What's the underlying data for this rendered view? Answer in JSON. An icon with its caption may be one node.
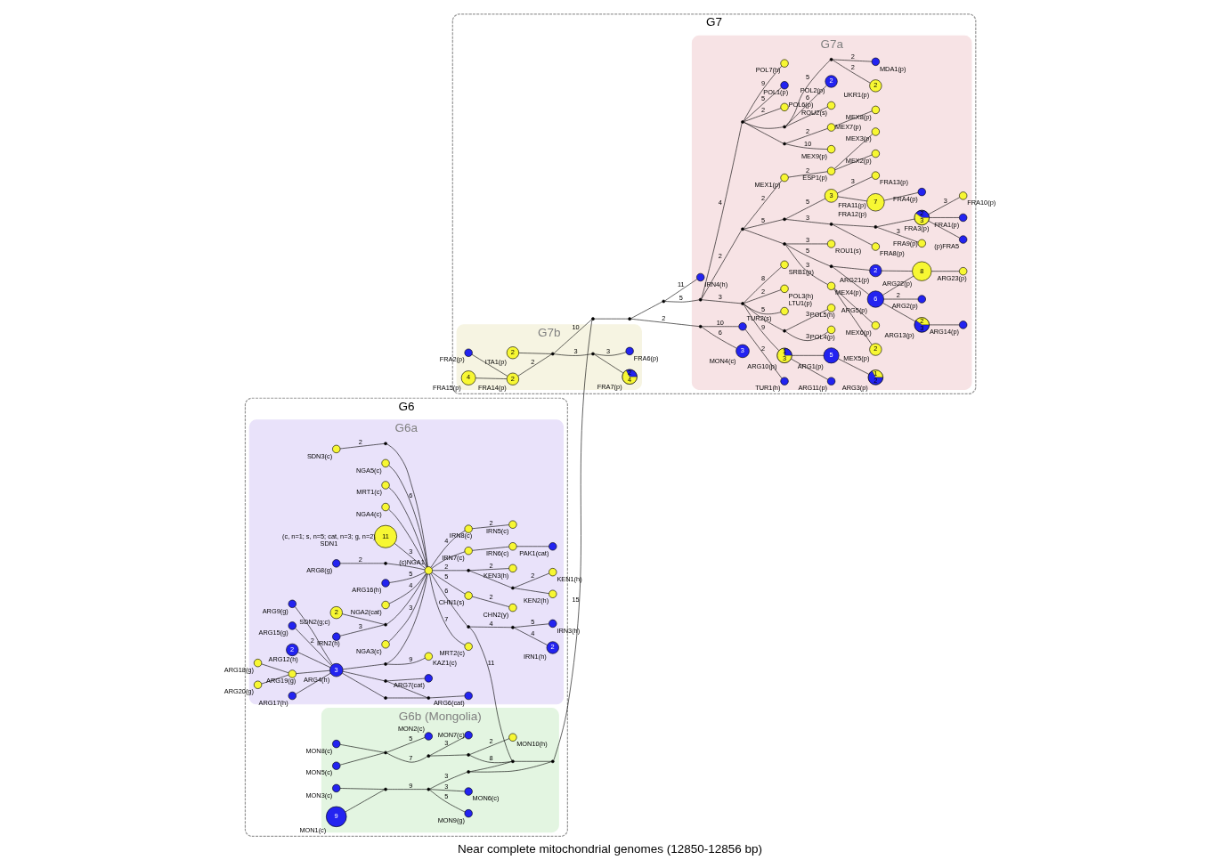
{
  "diagram": {
    "caption": "Near complete mitochondrial genomes (12850-12856 bp)",
    "nodes": [
      {
        "text": [
          "G6"
        ]
      },
      {
        "text": [
          "G6a"
        ],
        "in": 0
      },
      {
        "text": [
          "G6b (Mongolia)"
        ],
        "in": 0
      },
      {
        "text": [
          "G7"
        ]
      },
      {
        "text": [
          "G7b"
        ],
        "in": 3
      },
      {
        "text": [
          "G7a"
        ],
        "in": 3
      },
      {
        "text": [],
        "shape": "circle",
        "beside": [
          "(c)NGA1"
        ],
        "in": 1
      },
      {
        "text": [
          "11"
        ],
        "beside": [
          "(c, n=1; s, n=5; cat, n=3; g, n=2)",
          "SDN1"
        ],
        "in": 1
      },
      {
        "text": [],
        "shape": "circle",
        "beside": [
          "ARG16(h)"
        ],
        "in": 1
      },
      {
        "text": [],
        "shape": "circle",
        "beside": [
          "NGA2(cat)"
        ],
        "in": 1
      },
      {
        "text": [],
        "shape": "circle",
        "beside": [
          "ARG8(g)"
        ],
        "in": 1
      },
      {
        "text": [],
        "shape": "circle",
        "beside": [
          "NGA3(c)"
        ],
        "in": 1
      },
      {
        "text": [],
        "shape": "circle",
        "beside": [
          "IRN2(h)"
        ],
        "in": 1
      },
      {
        "text": [
          "2"
        ],
        "beside": [
          "SDN2(g;c)"
        ],
        "in": 1
      },
      {
        "text": [],
        "shape": "circle",
        "beside": [
          "SDN3(c)"
        ],
        "in": 1
      },
      {
        "text": [],
        "shape": "circle",
        "beside": [
          "NGA5(c)"
        ],
        "in": 1
      },
      {
        "text": [],
        "shape": "circle",
        "beside": [
          "IRN7(c)"
        ],
        "in": 1
      },
      {
        "text": [],
        "shape": "circle",
        "beside": [
          "IRN6(c)"
        ],
        "in": 1
      },
      {
        "text": [],
        "shape": "circle",
        "beside": [
          "PAK1(cat)"
        ],
        "in": 1
      },
      {
        "text": [],
        "shape": "circle",
        "beside": [
          "KEN3(h)"
        ],
        "in": 1
      },
      {
        "text": [],
        "shape": "circle",
        "beside": [
          "KEN2(h)"
        ],
        "in": 1
      },
      {
        "text": [],
        "shape": "circle",
        "beside": [
          "KEN1(h)"
        ],
        "in": 1
      },
      {
        "text": [],
        "shape": "circle",
        "beside": [
          "MRT1(c)"
        ],
        "in": 1
      },
      {
        "text": [],
        "shape": "circle",
        "beside": [
          "ARG9(g)"
        ],
        "in": 1
      },
      {
        "text": [],
        "shape": "circle",
        "beside": [
          "ARG15(g)"
        ],
        "in": 1
      },
      {
        "text": [
          "3"
        ],
        "beside": [
          "ARG4(h)"
        ],
        "in": 1
      },
      {
        "text": [],
        "shape": "circle",
        "beside": [
          "NGA4(c)"
        ],
        "in": 1
      },
      {
        "text": [
          "2"
        ],
        "beside": [
          "ARG12(h)"
        ],
        "in": 1
      },
      {
        "text": [],
        "shape": "circle",
        "beside": [
          "ARG19(g)"
        ],
        "in": 1
      },
      {
        "text": [],
        "shape": "circle",
        "beside": [
          "ARG18(g)"
        ],
        "in": 1
      },
      {
        "text": [],
        "shape": "circle",
        "beside": [
          "ARG20(g)"
        ],
        "in": 1
      },
      {
        "text": [],
        "shape": "circle",
        "beside": [
          "ARG17(h)"
        ],
        "in": 1
      },
      {
        "text": [],
        "shape": "circle",
        "beside": [
          "ARG7(cat)"
        ],
        "in": 1
      },
      {
        "text": [],
        "shape": "circle",
        "beside": [
          "ARG6(cat)"
        ],
        "in": 1
      },
      {
        "text": [],
        "shape": "circle",
        "beside": [
          "IRN8(c)"
        ],
        "in": 1
      },
      {
        "text": [],
        "shape": "circle",
        "beside": [
          "IRN5(c)"
        ],
        "in": 1
      },
      {
        "text": [],
        "shape": "circle",
        "beside": [
          "MRT2(c)"
        ],
        "in": 1
      },
      {
        "text": [],
        "shape": "circle",
        "beside": [
          "CHN1(s)"
        ],
        "in": 1
      },
      {
        "text": [],
        "shape": "circle",
        "beside": [
          "CHN2(y)"
        ],
        "in": 1
      },
      {
        "text": [],
        "shape": "circle",
        "beside": [
          "KAZ1(c)"
        ],
        "in": 1
      },
      {
        "text": [
          "2"
        ],
        "beside": [
          "IRN1(h)"
        ],
        "in": 1
      },
      {
        "text": [],
        "shape": "circle",
        "beside": [
          "IRN3(h)"
        ],
        "in": 1
      },
      {
        "text": [],
        "shape": "dot",
        "in": 1
      },
      {
        "text": [],
        "shape": "dot",
        "in": 1
      },
      {
        "text": [],
        "shape": "dot",
        "in": 1
      },
      {
        "text": [],
        "shape": "dot",
        "in": 1
      },
      {
        "text": [],
        "shape": "dot",
        "in": 1
      },
      {
        "text": [],
        "shape": "dot",
        "in": 1
      },
      {
        "text": [],
        "shape": "dot",
        "in": 1
      },
      {
        "text": [],
        "shape": "dot",
        "in": 1
      },
      {
        "text": [],
        "shape": "dot",
        "in": 1
      },
      {
        "text": [],
        "shape": "dot",
        "in": 1
      },
      {
        "text": [],
        "shape": "dot",
        "in": 1
      },
      {
        "text": [],
        "shape": "circle",
        "beside": [
          "MON2(c)"
        ],
        "in": 2
      },
      {
        "text": [],
        "shape": "circle",
        "beside": [
          "MON5(c)"
        ],
        "in": 2
      },
      {
        "text": [],
        "shape": "circle",
        "beside": [
          "MON8(c)"
        ],
        "in": 2
      },
      {
        "text": [
          "9"
        ],
        "beside": [
          "MON1(c)"
        ],
        "in": 2
      },
      {
        "text": [],
        "shape": "circle",
        "beside": [
          "MON3(c)"
        ],
        "in": 2
      },
      {
        "text": [],
        "shape": "circle",
        "beside": [
          "MON7(c)"
        ],
        "in": 2
      },
      {
        "text": [],
        "shape": "circle",
        "beside": [
          "MON10(h)"
        ],
        "in": 2
      },
      {
        "text": [],
        "shape": "circle",
        "beside": [
          "MON9(g)"
        ],
        "in": 2
      },
      {
        "text": [],
        "shape": "circle",
        "beside": [
          "MON6(c)"
        ],
        "in": 2
      },
      {
        "text": [],
        "shape": "dot",
        "in": 2
      },
      {
        "text": [],
        "shape": "dot",
        "in": 2
      },
      {
        "text": [],
        "shape": "dot",
        "in": 2
      },
      {
        "text": [],
        "shape": "dot",
        "in": 2
      },
      {
        "text": [],
        "shape": "dot",
        "in": 2
      },
      {
        "text": [],
        "shape": "dot",
        "in": 2
      },
      {
        "text": [],
        "shape": "dot",
        "in": 2
      },
      {
        "text": [],
        "shape": "dot",
        "in": 2
      },
      {
        "text": [
          "4"
        ],
        "beside": [
          "FRA15(p)"
        ],
        "in": 4
      },
      {
        "text": [],
        "shape": "circle",
        "beside": [
          "FRA6(p)"
        ],
        "in": 4
      },
      {
        "text": [],
        "shape": "circle",
        "beside": [
          "FRA2(p)"
        ],
        "in": 4
      },
      {
        "text": [
          "2"
        ],
        "beside": [
          "FRA14(p)"
        ],
        "in": 4
      },
      {
        "text": [
          "2"
        ],
        "beside": [
          "ITA1(p)"
        ],
        "in": 4
      },
      {
        "text": [
          "2",
          "4"
        ],
        "beside": [
          "FRA7(p)"
        ],
        "in": 4
      },
      {
        "text": [],
        "shape": "dot",
        "in": 4
      },
      {
        "text": [],
        "shape": "dot",
        "in": 4
      },
      {
        "text": [],
        "shape": "dot",
        "in": 3
      },
      {
        "text": [],
        "shape": "dot",
        "in": 3
      },
      {
        "text": [],
        "shape": "dot",
        "in": 3
      },
      {
        "text": [],
        "shape": "circle",
        "beside": [
          "TUR1(h)"
        ],
        "in": 5
      },
      {
        "text": [],
        "shape": "circle",
        "beside": [
          "TUR2(s)"
        ],
        "in": 5
      },
      {
        "text": [
          "3"
        ],
        "beside": [
          "MON4(c)"
        ],
        "in": 5
      },
      {
        "text": [],
        "shape": "circle",
        "beside": [
          "IRN4(h)"
        ],
        "in": 5
      },
      {
        "text": [],
        "shape": "circle",
        "beside": [
          "LTU1(p)"
        ],
        "in": 5
      },
      {
        "text": [],
        "shape": "circle",
        "beside": [
          "POL3(h)"
        ],
        "in": 5
      },
      {
        "text": [],
        "shape": "circle",
        "beside": [
          "SRB1(p)"
        ],
        "in": 5
      },
      {
        "text": [],
        "shape": "circle",
        "beside": [
          "ARG11(p)"
        ],
        "in": 5
      },
      {
        "text": [
          "1",
          "3"
        ],
        "beside": [
          "ARG10(p)"
        ],
        "in": 5
      },
      {
        "text": [],
        "shape": "circle",
        "beside": [
          "POL4(p)"
        ],
        "in": 5
      },
      {
        "text": [
          "5"
        ],
        "beside": [
          "ARG1(p)"
        ],
        "in": 5
      },
      {
        "text": [],
        "shape": "circle",
        "beside": [
          "POL5(h)"
        ],
        "in": 5
      },
      {
        "text": [
          "1",
          "2"
        ],
        "beside": [
          "ARG3(p)"
        ],
        "in": 5
      },
      {
        "text": [],
        "shape": "circle",
        "beside": [
          "MEX1(p)"
        ],
        "in": 5
      },
      {
        "text": [],
        "shape": "circle",
        "beside": [
          "ESP1(p)"
        ],
        "in": 5
      },
      {
        "text": [],
        "shape": "circle",
        "beside": [
          "MEX2(p)"
        ],
        "in": 5
      },
      {
        "text": [],
        "shape": "circle",
        "beside": [
          "MEX3(p)"
        ],
        "in": 5
      },
      {
        "text": [],
        "shape": "circle",
        "beside": [
          "MEX8(p)"
        ],
        "in": 5
      },
      {
        "text": [],
        "shape": "circle",
        "beside": [
          "MEX9(p)"
        ],
        "in": 5
      },
      {
        "text": [],
        "shape": "circle",
        "beside": [
          "MEX7(p)"
        ],
        "in": 5
      },
      {
        "text": [],
        "shape": "circle",
        "beside": [
          "ROU1(s)"
        ],
        "in": 5
      },
      {
        "text": [],
        "shape": "circle",
        "beside": [
          "ROU2(s)"
        ],
        "in": 5
      },
      {
        "text": [],
        "shape": "circle",
        "beside": [
          "MEX4(p)"
        ],
        "in": 5
      },
      {
        "text": [
          "2"
        ],
        "beside": [
          "MEX5(p)"
        ],
        "in": 5
      },
      {
        "text": [
          "2"
        ],
        "beside": [
          "POL2(p)"
        ],
        "in": 5
      },
      {
        "text": [],
        "shape": "circle",
        "beside": [
          "POL6(p)"
        ],
        "in": 5
      },
      {
        "text": [],
        "shape": "circle",
        "beside": [
          "MEX6(p)"
        ],
        "in": 5
      },
      {
        "text": [
          "6"
        ],
        "beside": [
          "ARG5(p)"
        ],
        "in": 5
      },
      {
        "text": [
          "2",
          "3"
        ],
        "beside": [
          "ARG13(p)"
        ],
        "in": 5
      },
      {
        "text": [],
        "shape": "circle",
        "beside": [
          "ARG14(p)"
        ],
        "in": 5
      },
      {
        "text": [
          "2"
        ],
        "beside": [
          "ARG21(p)"
        ],
        "in": 5
      },
      {
        "text": [
          "8"
        ],
        "beside": [
          "ARG22(p)"
        ],
        "in": 5
      },
      {
        "text": [],
        "shape": "circle",
        "beside": [
          "ARG2(p)"
        ],
        "in": 5
      },
      {
        "text": [],
        "shape": "circle",
        "beside": [
          "ARG23(p)"
        ],
        "in": 5
      },
      {
        "text": [
          "2"
        ],
        "beside": [
          "UKR1(p)"
        ],
        "in": 5
      },
      {
        "text": [],
        "shape": "circle",
        "beside": [
          "FRA8(p)"
        ],
        "in": 5
      },
      {
        "text": [],
        "shape": "circle",
        "beside": [
          "POL1(p)"
        ],
        "in": 5
      },
      {
        "text": [],
        "shape": "circle",
        "beside": [
          "MDA1(p)"
        ],
        "in": 5
      },
      {
        "text": [
          "3"
        ],
        "beside": [
          "FRA11(p)"
        ],
        "in": 5
      },
      {
        "text": [
          "7"
        ],
        "beside": [
          "FRA12(p)"
        ],
        "in": 5
      },
      {
        "text": [
          "2",
          "3"
        ],
        "beside": [
          "FRA3(p)"
        ],
        "in": 5
      },
      {
        "text": [],
        "shape": "circle",
        "beside": [
          "FRA4(p)"
        ],
        "in": 5
      },
      {
        "text": [],
        "shape": "circle",
        "beside": [
          "(p)FRA5"
        ],
        "in": 5
      },
      {
        "text": [],
        "shape": "circle",
        "beside": [
          "FRA1(p)"
        ],
        "in": 5
      },
      {
        "text": [],
        "shape": "circle",
        "beside": [
          "FRA9(p)"
        ],
        "in": 5
      },
      {
        "text": [],
        "shape": "circle",
        "beside": [
          "FRA10(p)"
        ],
        "in": 5
      },
      {
        "text": [],
        "shape": "circle",
        "beside": [
          "FRA13(p)"
        ],
        "in": 5
      },
      {
        "text": [],
        "shape": "circle",
        "beside": [
          "POL7(h)"
        ],
        "in": 5
      },
      {
        "text": [],
        "shape": "dot",
        "in": 5
      },
      {
        "text": [],
        "shape": "dot",
        "in": 5
      },
      {
        "text": [],
        "shape": "dot",
        "in": 5
      },
      {
        "text": [],
        "shape": "dot",
        "in": 5
      },
      {
        "text": [],
        "shape": "dot",
        "in": 5
      },
      {
        "text": [],
        "shape": "dot",
        "in": 5
      },
      {
        "text": [],
        "shape": "dot",
        "in": 5
      },
      {
        "text": [],
        "shape": "dot",
        "in": 5
      },
      {
        "text": [],
        "shape": "dot",
        "in": 5
      },
      {
        "text": [],
        "shape": "dot",
        "in": 5
      },
      {
        "text": [],
        "shape": "dot",
        "in": 5
      },
      {
        "text": [],
        "shape": "dot",
        "in": 5
      },
      {
        "text": [],
        "shape": "dot",
        "in": 5
      },
      {
        "text": [],
        "shape": "dot",
        "in": 5
      }
    ],
    "edges": [
      {
        "from": 7,
        "to": 6,
        "arrow": "none",
        "label": "3"
      },
      {
        "from": 8,
        "to": 6,
        "arrow": "none",
        "label": "5"
      },
      {
        "from": 9,
        "to": 6,
        "arrow": "none",
        "label": "4"
      },
      {
        "from": 10,
        "to": 42,
        "arrow": "none",
        "label": "2"
      },
      {
        "from": 42,
        "to": 6,
        "arrow": "none"
      },
      {
        "from": 11,
        "to": 6,
        "arrow": "none",
        "label": "3"
      },
      {
        "from": 12,
        "to": 43,
        "arrow": "none",
        "label": "3"
      },
      {
        "from": 13,
        "to": 43,
        "arrow": "none"
      },
      {
        "from": 43,
        "to": 6,
        "arrow": "none"
      },
      {
        "from": 14,
        "to": 44,
        "arrow": "none",
        "label": "2"
      },
      {
        "from": 44,
        "to": 6,
        "arrow": "none"
      },
      {
        "from": 15,
        "to": 6,
        "arrow": "none",
        "label": "6"
      },
      {
        "from": 6,
        "to": 16,
        "arrow": "none"
      },
      {
        "from": 16,
        "to": 17,
        "arrow": "none"
      },
      {
        "from": 17,
        "to": 18,
        "arrow": "none"
      },
      {
        "from": 6,
        "to": 45,
        "arrow": "none",
        "label": "2"
      },
      {
        "from": 45,
        "to": 19,
        "arrow": "none",
        "label": "2"
      },
      {
        "from": 45,
        "to": 46,
        "arrow": "none"
      },
      {
        "from": 46,
        "to": 20,
        "arrow": "none"
      },
      {
        "from": 46,
        "to": 21,
        "arrow": "none",
        "label": "2"
      },
      {
        "from": 22,
        "to": 6,
        "arrow": "none"
      },
      {
        "from": 23,
        "to": 25,
        "arrow": "none"
      },
      {
        "from": 24,
        "to": 25,
        "arrow": "none",
        "label": "2"
      },
      {
        "from": 25,
        "to": 47,
        "arrow": "none"
      },
      {
        "from": 47,
        "to": 6,
        "arrow": "none"
      },
      {
        "from": 26,
        "to": 6,
        "arrow": "none"
      },
      {
        "from": 27,
        "to": 25,
        "arrow": "none"
      },
      {
        "from": 28,
        "to": 25,
        "arrow": "none"
      },
      {
        "from": 29,
        "to": 28,
        "arrow": "none"
      },
      {
        "from": 30,
        "to": 28,
        "arrow": "none"
      },
      {
        "from": 31,
        "to": 25,
        "arrow": "none"
      },
      {
        "from": 25,
        "to": 48,
        "arrow": "none"
      },
      {
        "from": 25,
        "to": 49,
        "arrow": "none"
      },
      {
        "from": 48,
        "to": 50,
        "arrow": "none"
      },
      {
        "from": 49,
        "to": 50,
        "arrow": "none"
      },
      {
        "from": 49,
        "to": 32,
        "arrow": "none"
      },
      {
        "from": 50,
        "to": 33,
        "arrow": "none"
      },
      {
        "from": 6,
        "to": 34,
        "arrow": "none",
        "label": "4"
      },
      {
        "from": 34,
        "to": 35,
        "arrow": "none",
        "label": "2"
      },
      {
        "from": 6,
        "to": 36,
        "arrow": "none",
        "label": "7"
      },
      {
        "from": 6,
        "to": 37,
        "arrow": "none",
        "label": "5"
      },
      {
        "from": 37,
        "to": 38,
        "arrow": "none",
        "label": "2"
      },
      {
        "from": 47,
        "to": 39,
        "arrow": "none",
        "label": "9"
      },
      {
        "from": 6,
        "to": 51,
        "arrow": "none",
        "label": "6"
      },
      {
        "from": 51,
        "to": 52,
        "arrow": "none",
        "label": "4"
      },
      {
        "from": 52,
        "to": 41,
        "arrow": "none",
        "label": "5"
      },
      {
        "from": 52,
        "to": 40,
        "arrow": "none",
        "label": "4"
      },
      {
        "from": 51,
        "to": 68,
        "arrow": "none",
        "label": "11"
      },
      {
        "from": 54,
        "to": 62,
        "arrow": "none"
      },
      {
        "from": 55,
        "to": 62,
        "arrow": "none"
      },
      {
        "from": 62,
        "to": 53,
        "arrow": "none",
        "label": "5"
      },
      {
        "from": 62,
        "to": 63,
        "arrow": "none",
        "label": "7"
      },
      {
        "from": 63,
        "to": 58,
        "arrow": "none",
        "label": "3"
      },
      {
        "from": 63,
        "to": 64,
        "arrow": "none"
      },
      {
        "from": 64,
        "to": 59,
        "arrow": "none",
        "label": "2"
      },
      {
        "from": 64,
        "to": 68,
        "arrow": "none",
        "label": "8"
      },
      {
        "from": 56,
        "to": 65,
        "arrow": "none"
      },
      {
        "from": 57,
        "to": 65,
        "arrow": "none"
      },
      {
        "from": 65,
        "to": 66,
        "arrow": "none",
        "label": "9"
      },
      {
        "from": 66,
        "to": 60,
        "arrow": "none",
        "label": "5"
      },
      {
        "from": 66,
        "to": 61,
        "arrow": "none",
        "label": "3"
      },
      {
        "from": 66,
        "to": 67,
        "arrow": "none",
        "label": "3"
      },
      {
        "from": 67,
        "to": 68,
        "arrow": "none"
      },
      {
        "from": 67,
        "to": 69,
        "arrow": "none"
      },
      {
        "from": 68,
        "to": 69,
        "arrow": "none"
      },
      {
        "from": 69,
        "to": 78,
        "arrow": "none",
        "label": "15"
      },
      {
        "from": 72,
        "to": 73,
        "arrow": "none"
      },
      {
        "from": 70,
        "to": 73,
        "arrow": "none"
      },
      {
        "from": 73,
        "to": 76,
        "arrow": "none",
        "label": "2"
      },
      {
        "from": 74,
        "to": 76,
        "arrow": "none"
      },
      {
        "from": 76,
        "to": 77,
        "arrow": "none",
        "label": "3"
      },
      {
        "from": 77,
        "to": 71,
        "arrow": "none",
        "label": "3"
      },
      {
        "from": 77,
        "to": 75,
        "arrow": "none"
      },
      {
        "from": 76,
        "to": 78,
        "arrow": "none",
        "label": "10"
      },
      {
        "from": 78,
        "to": 79,
        "arrow": "none"
      },
      {
        "from": 79,
        "to": 80,
        "arrow": "none"
      },
      {
        "from": 79,
        "to": 129,
        "arrow": "none",
        "label": "2"
      },
      {
        "from": 129,
        "to": 83,
        "arrow": "none",
        "label": "6"
      },
      {
        "from": 129,
        "to": 82,
        "arrow": "none",
        "label": "10"
      },
      {
        "from": 82,
        "to": 81,
        "arrow": "none",
        "label": "2"
      },
      {
        "from": 80,
        "to": 84,
        "arrow": "none",
        "label": "11"
      },
      {
        "from": 80,
        "to": 130,
        "arrow": "none",
        "label": "5"
      },
      {
        "from": 130,
        "to": 131,
        "arrow": "none",
        "label": "3"
      },
      {
        "from": 131,
        "to": 86,
        "arrow": "none",
        "label": "2"
      },
      {
        "from": 131,
        "to": 85,
        "arrow": "none",
        "label": "5"
      },
      {
        "from": 131,
        "to": 87,
        "arrow": "none",
        "label": "8"
      },
      {
        "from": 131,
        "to": 89,
        "arrow": "none",
        "label": "9"
      },
      {
        "from": 89,
        "to": 88,
        "arrow": "none"
      },
      {
        "from": 89,
        "to": 91,
        "arrow": "none"
      },
      {
        "from": 91,
        "to": 93,
        "arrow": "none"
      },
      {
        "from": 131,
        "to": 132,
        "arrow": "none"
      },
      {
        "from": 132,
        "to": 90,
        "arrow": "none",
        "label": "3"
      },
      {
        "from": 132,
        "to": 92,
        "arrow": "none",
        "label": "3"
      },
      {
        "from": 130,
        "to": 133,
        "arrow": "none",
        "label": "2"
      },
      {
        "from": 133,
        "to": 94,
        "arrow": "none",
        "label": "2"
      },
      {
        "from": 94,
        "to": 95,
        "arrow": "none",
        "label": "2"
      },
      {
        "from": 95,
        "to": 96,
        "arrow": "none"
      },
      {
        "from": 95,
        "to": 97,
        "arrow": "none"
      },
      {
        "from": 133,
        "to": 134,
        "arrow": "none"
      },
      {
        "from": 134,
        "to": 101,
        "arrow": "none",
        "label": "3"
      },
      {
        "from": 134,
        "to": 103,
        "arrow": "none",
        "label": "3"
      },
      {
        "from": 103,
        "to": 104,
        "arrow": "none"
      },
      {
        "from": 103,
        "to": 107,
        "arrow": "none"
      },
      {
        "from": 134,
        "to": 135,
        "arrow": "none",
        "label": "5"
      },
      {
        "from": 135,
        "to": 111,
        "arrow": "none"
      },
      {
        "from": 135,
        "to": 108,
        "arrow": "none"
      },
      {
        "from": 111,
        "to": 112,
        "arrow": "none"
      },
      {
        "from": 108,
        "to": 112,
        "arrow": "none"
      },
      {
        "from": 108,
        "to": 109,
        "arrow": "none"
      },
      {
        "from": 109,
        "to": 110,
        "arrow": "none"
      },
      {
        "from": 108,
        "to": 113,
        "arrow": "none",
        "label": "2"
      },
      {
        "from": 112,
        "to": 114,
        "arrow": "none"
      },
      {
        "from": 133,
        "to": 136,
        "arrow": "none",
        "label": "5"
      },
      {
        "from": 136,
        "to": 137,
        "arrow": "none",
        "label": "3"
      },
      {
        "from": 137,
        "to": 116,
        "arrow": "none"
      },
      {
        "from": 137,
        "to": 138,
        "arrow": "none"
      },
      {
        "from": 138,
        "to": 121,
        "arrow": "none"
      },
      {
        "from": 138,
        "to": 125,
        "arrow": "none",
        "label": "3"
      },
      {
        "from": 121,
        "to": 123,
        "arrow": "none"
      },
      {
        "from": 121,
        "to": 124,
        "arrow": "none"
      },
      {
        "from": 121,
        "to": 126,
        "arrow": "none",
        "label": "3"
      },
      {
        "from": 136,
        "to": 119,
        "arrow": "none",
        "label": "5"
      },
      {
        "from": 119,
        "to": 120,
        "arrow": "none"
      },
      {
        "from": 120,
        "to": 122,
        "arrow": "none"
      },
      {
        "from": 119,
        "to": 127,
        "arrow": "none",
        "label": "3"
      },
      {
        "from": 130,
        "to": 139,
        "arrow": "none",
        "label": "4"
      },
      {
        "from": 139,
        "to": 140,
        "arrow": "none"
      },
      {
        "from": 140,
        "to": 99,
        "arrow": "none",
        "label": "10"
      },
      {
        "from": 140,
        "to": 100,
        "arrow": "none",
        "label": "2"
      },
      {
        "from": 100,
        "to": 98,
        "arrow": "none"
      },
      {
        "from": 139,
        "to": 141,
        "arrow": "none"
      },
      {
        "from": 141,
        "to": 102,
        "arrow": "none"
      },
      {
        "from": 141,
        "to": 105,
        "arrow": "none",
        "label": "6"
      },
      {
        "from": 141,
        "to": 142,
        "arrow": "none",
        "label": "5"
      },
      {
        "from": 142,
        "to": 115,
        "arrow": "none",
        "label": "2"
      },
      {
        "from": 142,
        "to": 118,
        "arrow": "none",
        "label": "2"
      },
      {
        "from": 139,
        "to": 106,
        "arrow": "none",
        "label": "2"
      },
      {
        "from": 139,
        "to": 117,
        "arrow": "none",
        "label": "5"
      },
      {
        "from": 139,
        "to": 128,
        "arrow": "none",
        "label": "9"
      }
    ]
  }
}
